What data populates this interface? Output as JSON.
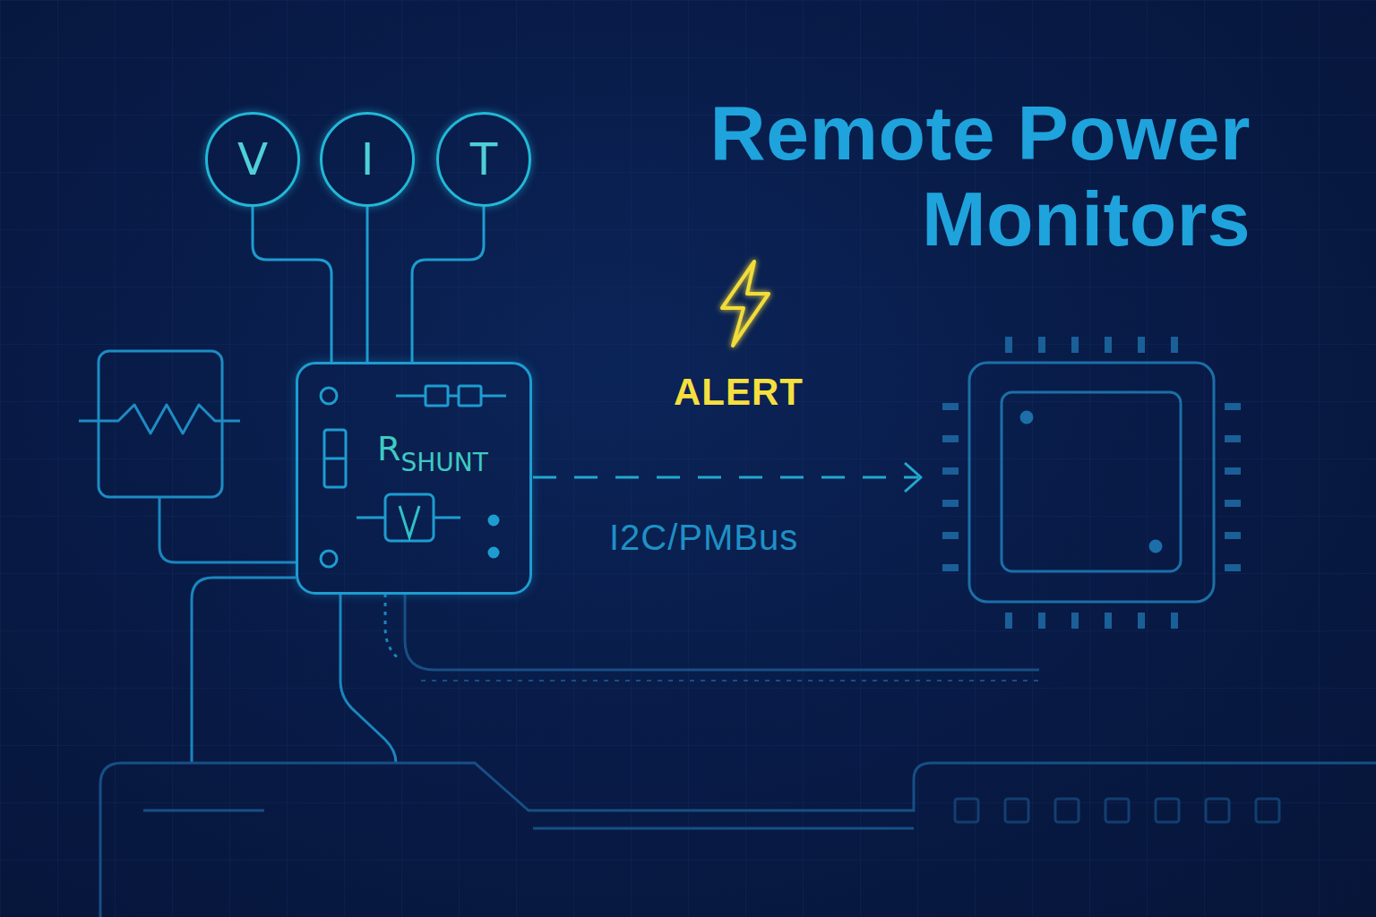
{
  "diagram": {
    "title": "Remote Power Monitors",
    "nodes": [
      {
        "text": [
          "V"
        ]
      },
      {
        "text": [
          "I"
        ]
      },
      {
        "text": [
          "T"
        ]
      },
      {
        "text": [
          "R",
          "SHUNT"
        ]
      }
    ],
    "edges": [
      {
        "from": 0,
        "to": 3,
        "arrow": "none"
      },
      {
        "from": 1,
        "to": 3,
        "arrow": "none"
      },
      {
        "from": 2,
        "to": 3,
        "arrow": "none"
      }
    ],
    "labels": [
      "ALERT",
      "I2C/PMBus"
    ]
  }
}
